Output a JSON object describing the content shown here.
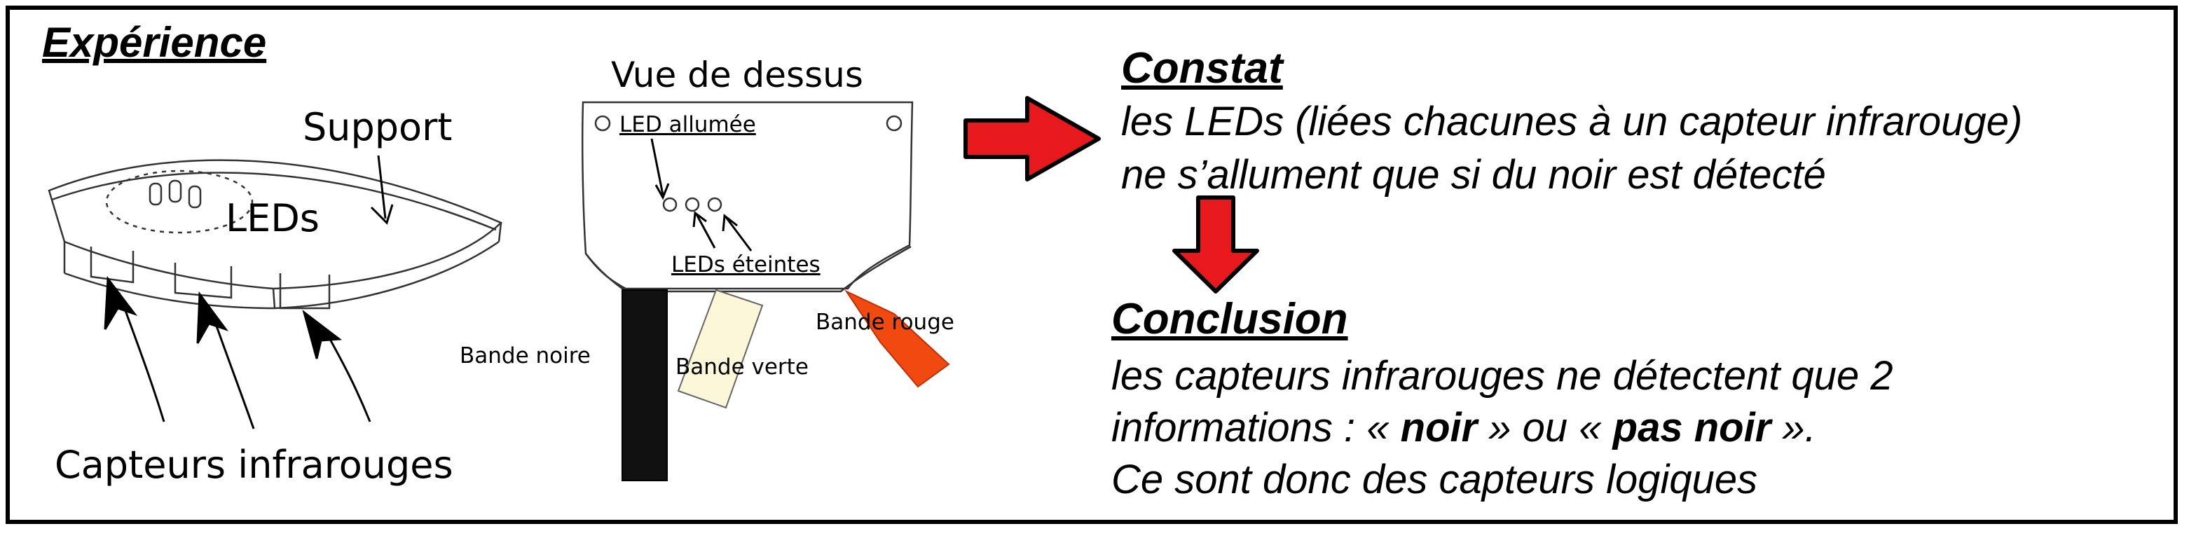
{
  "experience": {
    "title": "Expérience",
    "support_label": "Support",
    "leds_label": "LEDs",
    "sensors_label": "Capteurs infrarouges"
  },
  "top_view": {
    "title": "Vue de dessus",
    "led_on_label": "LED allumée",
    "leds_off_label": "LEDs éteintes",
    "strips": [
      {
        "label": "Bande noire",
        "color": "#111111"
      },
      {
        "label": "Bande verte",
        "color": "#fbf7d8"
      },
      {
        "label": "Bande rouge",
        "color": "#f04a10"
      }
    ]
  },
  "arrow_color": "#e8191c",
  "constat": {
    "title": "Constat",
    "line1": "les LEDs (liées chacunes à un capteur infrarouge)",
    "line2": "ne s’allument que si du noir est détecté"
  },
  "conclusion": {
    "title": "Conclusion",
    "line1": "les capteurs infrarouges ne détectent que 2",
    "line2_pre": "informations : « ",
    "line2_noir": "noir",
    "line2_mid": " » ou « ",
    "line2_pas_noir": "pas noir",
    "line2_post": " ».",
    "line3": "Ce sont donc des capteurs logiques"
  }
}
